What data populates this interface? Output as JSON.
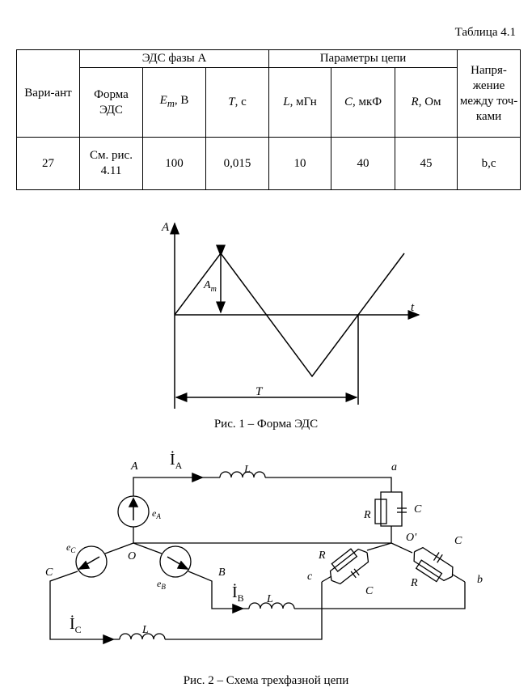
{
  "table_caption": "Таблица 4.1",
  "table": {
    "col_variant": "Вари-ант",
    "group_emf": "ЭДС фазы А",
    "group_params": "Параметры цепи",
    "col_voltage": "Напря-жение между точ-ками",
    "col_form": "Форма ЭДС",
    "col_em_sym": "E",
    "col_em_sub": "m",
    "col_em_unit": ", В",
    "col_t_sym": "T",
    "col_t_unit": ", с",
    "col_l_sym": "L",
    "col_l_unit": ", мГн",
    "col_c_sym": "C",
    "col_c_unit": ", мкФ",
    "col_r_sym": "R",
    "col_r_unit": ", Ом",
    "row": {
      "variant": "27",
      "form": "См. рис. 4.11",
      "em": "100",
      "t": "0,015",
      "l": "10",
      "c": "40",
      "r": "45",
      "voltage": "b,c"
    }
  },
  "fig1": {
    "y_axis_label": "A",
    "x_axis_label": "t",
    "amp_label": "A",
    "amp_sub": "m",
    "period_label": "T",
    "caption": "Рис. 1 – Форма ЭДС"
  },
  "fig2": {
    "node_a_upper": "A",
    "node_b_upper": "B",
    "node_c_upper": "C",
    "node_o": "O",
    "node_o_prime": "O'",
    "node_a_lower": "a",
    "node_b_lower": "b",
    "node_c_lower": "c",
    "current_a": "İ",
    "current_a_sub": "A",
    "current_b": "İ",
    "current_b_sub": "B",
    "current_c": "İ",
    "current_c_sub": "C",
    "emf_a": "e",
    "emf_a_sub": "A",
    "emf_b": "e",
    "emf_b_sub": "B",
    "emf_c": "e",
    "emf_c_sub": "C",
    "inductor": "L",
    "resistor": "R",
    "capacitor": "C",
    "caption": "Рис. 2 – Схема трехфазной цепи"
  }
}
